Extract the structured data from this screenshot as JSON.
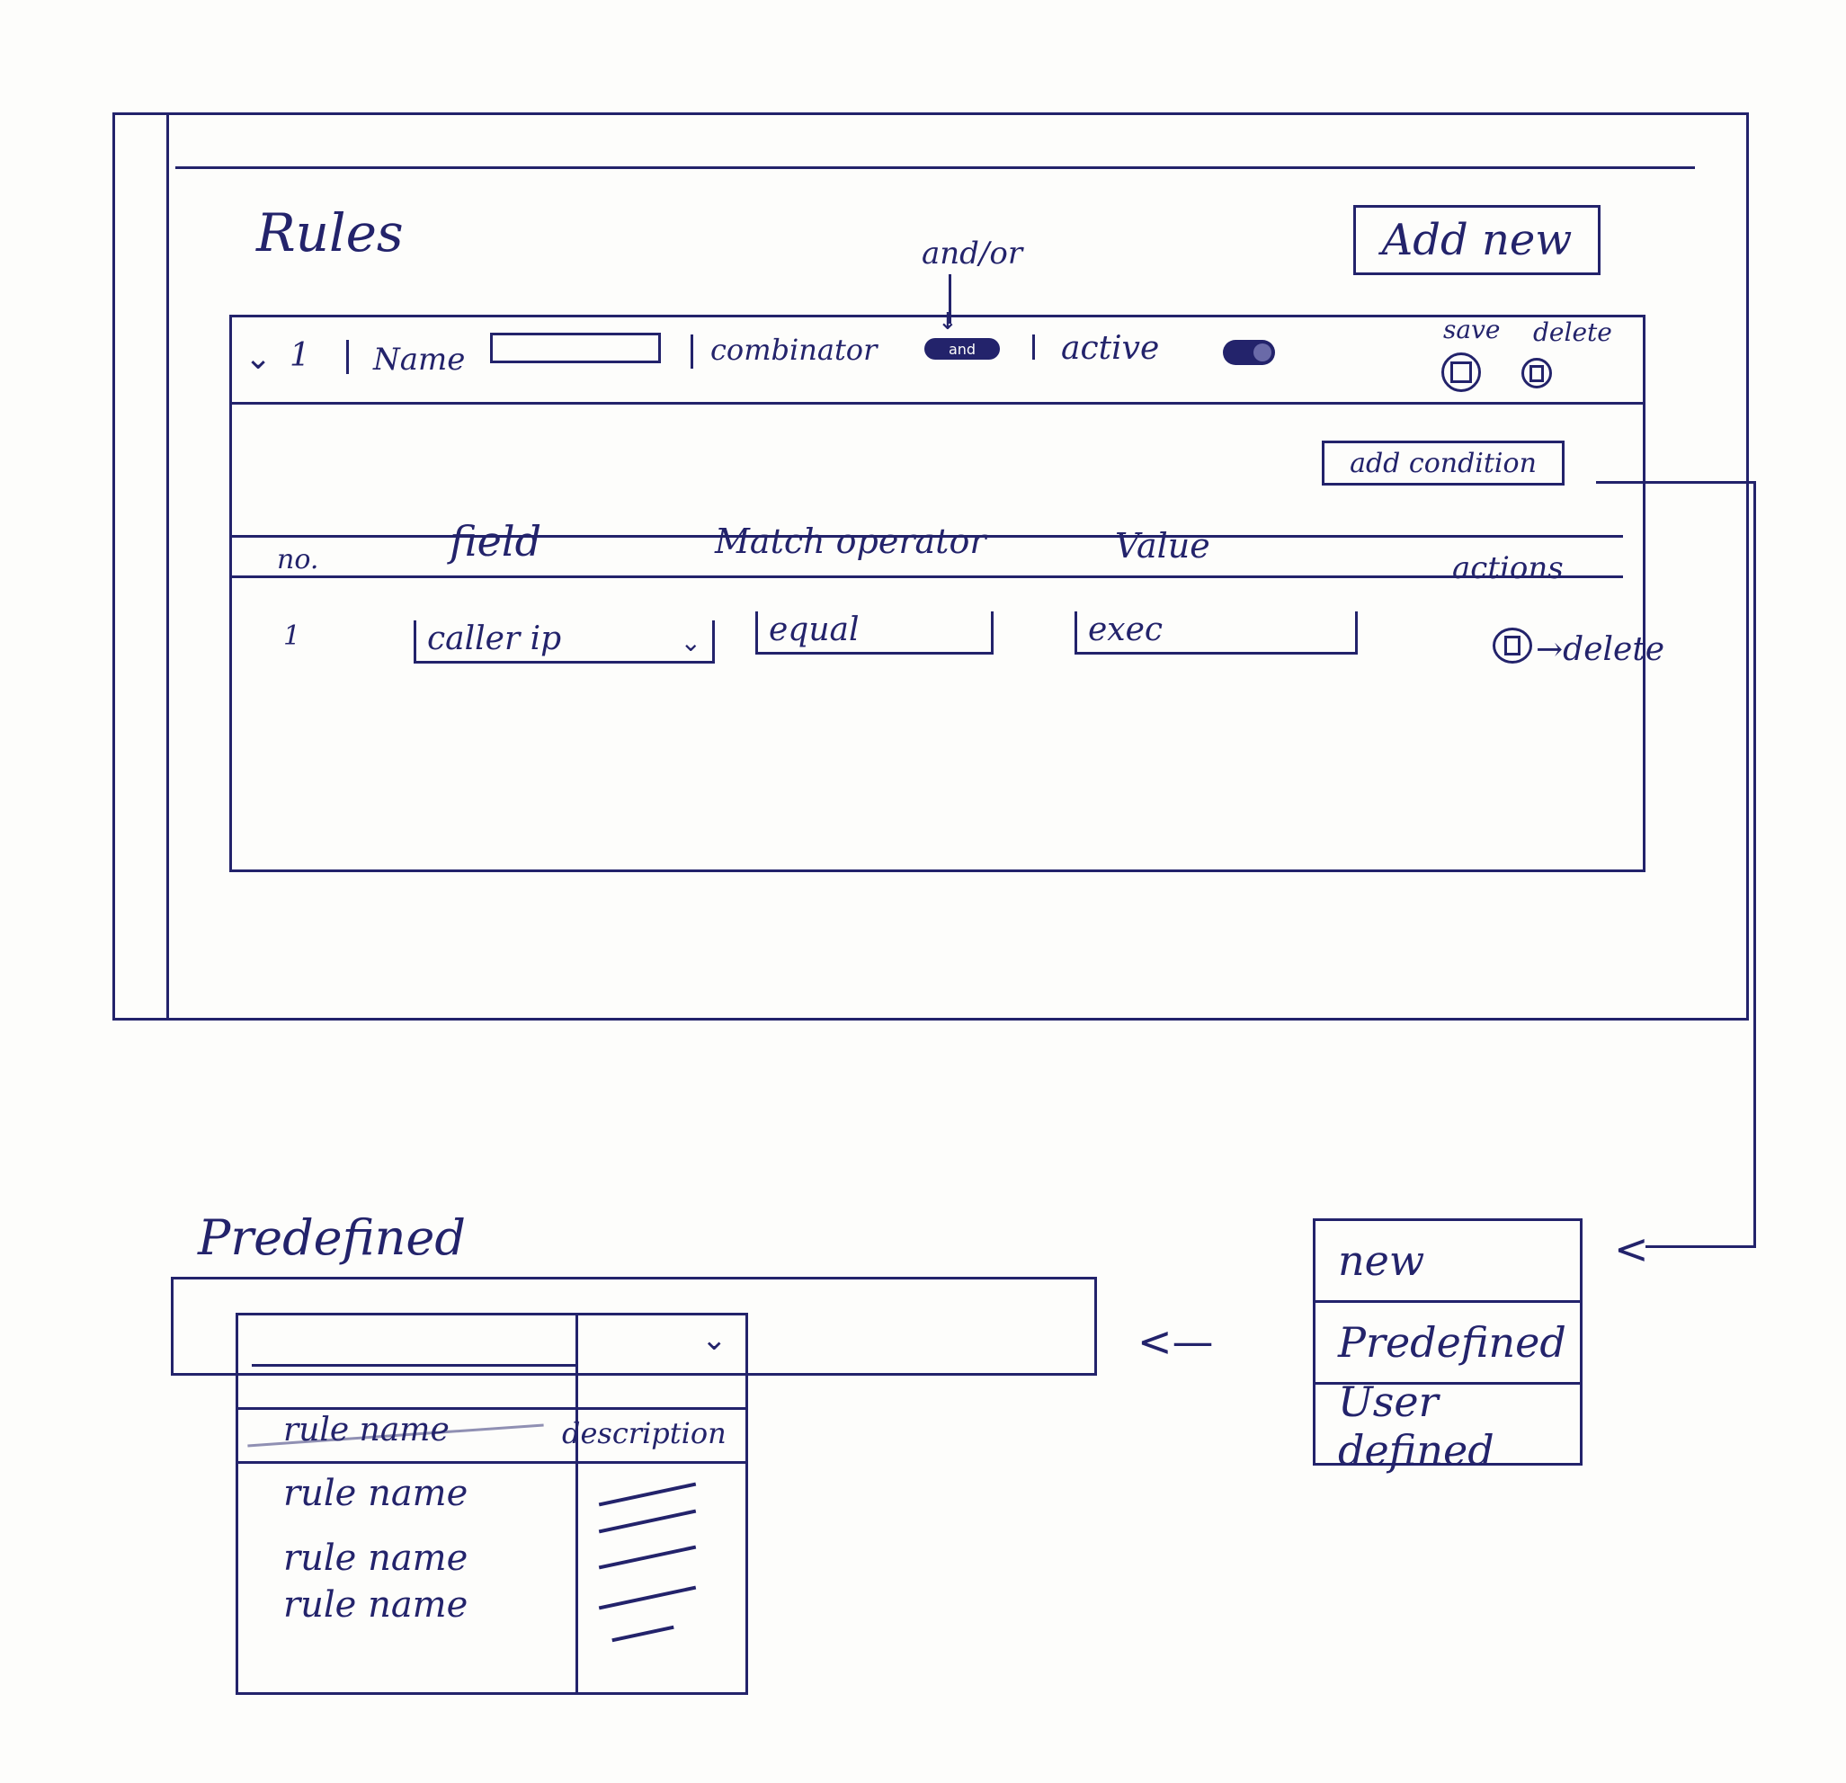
{
  "rules": {
    "title": "Rules",
    "add_new_label": "Add new",
    "combinator_annotation": "and/or",
    "card": {
      "number": "1",
      "name_label": "Name",
      "name_value": "",
      "combinator_label": "combinator",
      "combinator_value": "and",
      "active_label": "active",
      "save_label": "save",
      "delete_label": "delete",
      "add_condition_label": "add condition",
      "conditions": {
        "columns": [
          "no.",
          "field",
          "Match operator",
          "Value",
          "actions"
        ],
        "rows": [
          {
            "no": "1",
            "field": "caller ip",
            "operator": "equal",
            "value": "exec",
            "delete_label": "delete"
          }
        ]
      }
    }
  },
  "menu": {
    "items": [
      "new",
      "Predefined",
      "User defined"
    ]
  },
  "predefined": {
    "title": "Predefined",
    "columns": [
      "rule name",
      "description"
    ],
    "rows": [
      "rule name",
      "rule name",
      "rule name"
    ]
  }
}
